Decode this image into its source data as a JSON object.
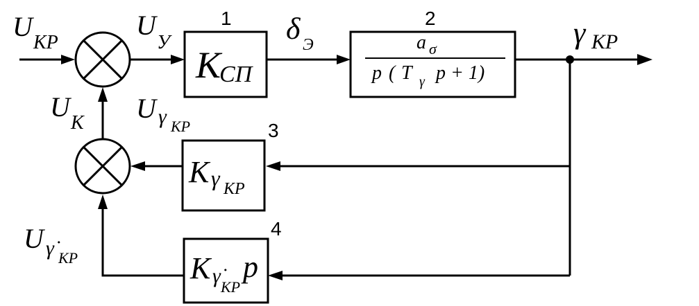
{
  "blocks": {
    "b1": {
      "number": "1",
      "main": "K",
      "sub": "СП"
    },
    "b2": {
      "number": "2",
      "numerator": "a",
      "numerator_sub": "σ",
      "den_p1": "p",
      "den_open": "(",
      "den_T": "T",
      "den_T_sub": "γ",
      "den_rest": "p + 1)"
    },
    "b3": {
      "number": "3",
      "main": "K",
      "sub": "γ",
      "subsub": "КР"
    },
    "b4": {
      "number": "4",
      "main": "K",
      "sub": "γ̇",
      "subsub": "КР",
      "suffix": "p"
    }
  },
  "signals": {
    "input": {
      "main": "U",
      "sub": "КР"
    },
    "error": {
      "main": "U",
      "sub": "У"
    },
    "delta": {
      "main": "δ",
      "sub": "Э"
    },
    "output": {
      "main": "γ",
      "sub": "КР"
    },
    "uk": {
      "main": "U",
      "sub": "К"
    },
    "ugamma": {
      "main": "U",
      "sub": "γ",
      "subsub": "КР"
    },
    "ugammad": {
      "main": "U",
      "sub": "γ̇",
      "subsub": "КР"
    }
  }
}
